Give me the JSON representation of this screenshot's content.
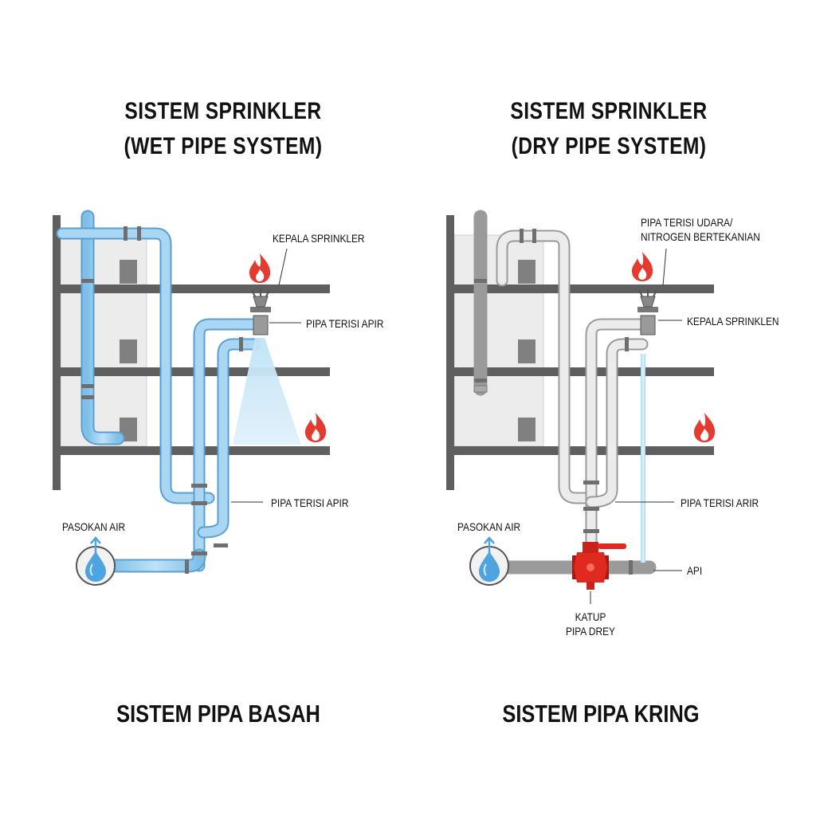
{
  "left": {
    "title_line1": "SISTEM SPRINKLER",
    "title_line2": "(WET PIPE SYSTEM)",
    "label_sprinkler_head": "KEPALA SPRINKLER",
    "label_pipe_filled_upper": "PIPA TERISI APIR",
    "label_pipe_filled_lower": "PIPA TERISI APIR",
    "label_water_supply": "PASOKAN AIR",
    "footer": "SISTEM PIPA BASAH"
  },
  "right": {
    "title_line1": "SISTEM SPRINKLER",
    "title_line2": "(DRY PIPE SYSTEM)",
    "label_pipe_air_line1": "PIPA TERISI UDARA/",
    "label_pipe_air_line2": "NITROGEN BERTEKANIAN",
    "label_sprinkler_head": "KEPALA SPRINKLEN",
    "label_pipe_filled": "PIPA TERISI ARIR",
    "label_water_supply": "PASOKAN AIR",
    "label_api": "API",
    "label_valve_line1": "KATUP",
    "label_valve_line2": "PIPA DREY",
    "footer": "SISTEM PIPA KRING"
  },
  "colors": {
    "wet_pipe": "#9fd0f0",
    "wet_pipe_outline": "#5a9fd0",
    "dry_pipe": "#e4e4e4",
    "dry_pipe_outline": "#9a9a9a",
    "structure": "#5f5f5f",
    "wall_fill": "#ececec",
    "spray": "#cde9f7",
    "valve": "#e02a1f",
    "flame": "#e53a2f"
  }
}
